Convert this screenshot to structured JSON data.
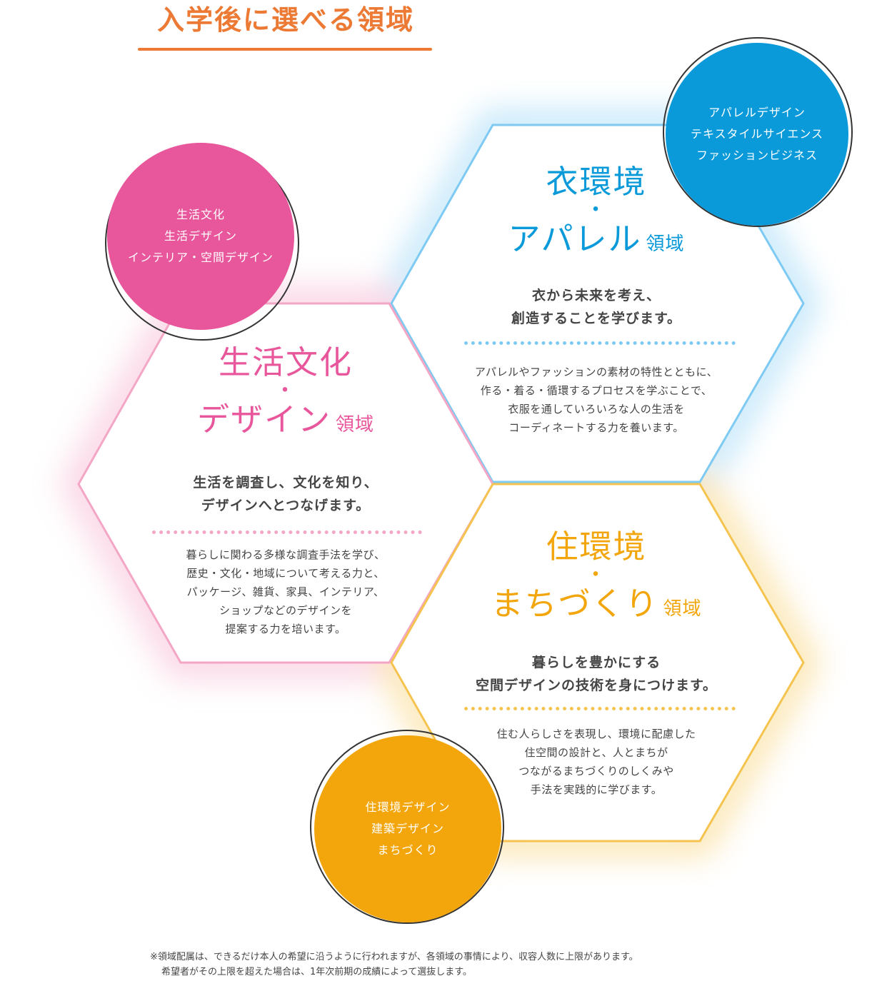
{
  "header": {
    "title": "入学後に選べる領域"
  },
  "colors": {
    "orange": "#ec7a34",
    "pink": "#e8569b",
    "blue": "#0a9ad9",
    "yellow": "#f2a60c"
  },
  "areas": {
    "apparel": {
      "heading_line1": "衣環境",
      "heading_dot": "・",
      "heading_line2": "アパレル",
      "heading_suffix": "領域",
      "lead": [
        "衣から未来を考え、",
        "創造することを学びます。"
      ],
      "body": [
        "アパレルやファッションの素材の特性とともに、",
        "作る・着る・循環するプロセスを学ぶことで、",
        "衣服を通していろいろな人の生活を",
        "コーディネートする力を養います。"
      ],
      "courses": [
        "アパレルデザイン",
        "テキスタイルサイエンス",
        "ファッションビジネス"
      ]
    },
    "life": {
      "heading_line1": "生活文化",
      "heading_dot": "・",
      "heading_line2": "デザイン",
      "heading_suffix": "領域",
      "lead": [
        "生活を調査し、文化を知り、",
        "デザインへとつなげます。"
      ],
      "body": [
        "暮らしに関わる多様な調査手法を学び、",
        "歴史・文化・地域について考える力と、",
        "パッケージ、雑貨、家具、インテリア、",
        "ショップなどのデザインを",
        "提案する力を培います。"
      ],
      "courses": [
        "生活文化",
        "生活デザイン",
        "インテリア・空間デザイン"
      ]
    },
    "housing": {
      "heading_line1": "住環境",
      "heading_dot": "・",
      "heading_line2": "まちづくり",
      "heading_suffix": "領域",
      "lead": [
        "暮らしを豊かにする",
        "空間デザインの技術を身につけます。"
      ],
      "body": [
        "住む人らしさを表現し、環境に配慮した",
        "住空間の設計と、人とまちが",
        "つながるまちづくりのしくみや",
        "手法を実践的に学びます。"
      ],
      "courses": [
        "住環境デザイン",
        "建築デザイン",
        "まちづくり"
      ]
    }
  },
  "footnote": [
    "※領域配属は、できるだけ本人の希望に沿うように行われますが、各領域の事情により、収容人数に上限があります。",
    "希望者がその上限を超えた場合は、1年次前期の成績によって選抜します。"
  ]
}
